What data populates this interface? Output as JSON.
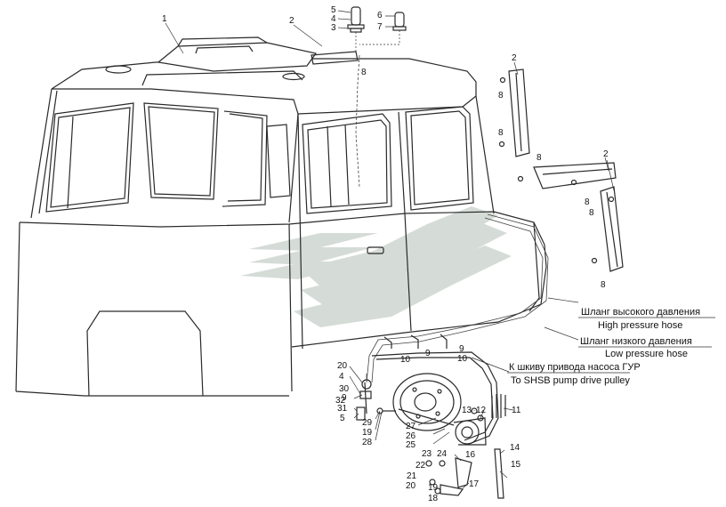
{
  "part_numbers": {
    "n1": "1",
    "n2a": "2",
    "n2b": "2",
    "n2c": "2",
    "n3": "3",
    "n4a": "4",
    "n4b": "4",
    "n5a": "5",
    "n5b": "5",
    "n6": "6",
    "n7": "7",
    "n8a": "8",
    "n8b": "8",
    "n8c": "8",
    "n8d": "8",
    "n8e": "8",
    "n8f": "8",
    "n8g": "8",
    "n9a": "9",
    "n9b": "9",
    "n9c": "9",
    "n10a": "10",
    "n10b": "10",
    "n11": "11",
    "n12": "12",
    "n13": "13",
    "n14": "14",
    "n15": "15",
    "n16": "16",
    "n17": "17",
    "n18": "18",
    "n19a": "19",
    "n19b": "19",
    "n20a": "20",
    "n20b": "20",
    "n21": "21",
    "n22": "22",
    "n23": "23",
    "n24": "24",
    "n25": "25",
    "n26": "26",
    "n27": "27",
    "n28": "28",
    "n29": "29",
    "n30": "30",
    "n31": "31",
    "n32": "32"
  },
  "callouts": {
    "high_ru": "Шланг высокого давления",
    "high_en": "High pressure hose",
    "low_ru": "Шланг низкого давления",
    "low_en": "Low pressure hose",
    "pulley_ru": "К шкиву привода насоса ГУР",
    "pulley_en": "To SHSB pump drive pulley"
  }
}
